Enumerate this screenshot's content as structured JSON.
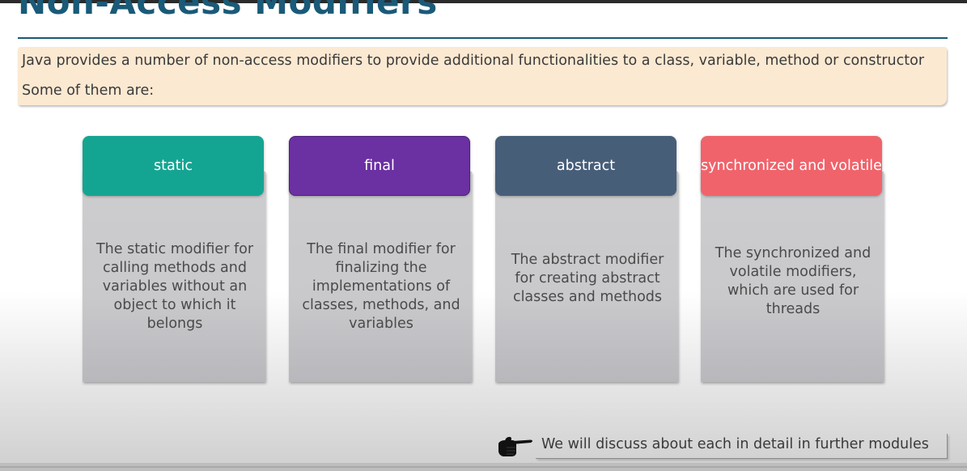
{
  "slide": {
    "title": "Non-Access Modifiers",
    "intro": {
      "line1": "Java provides a number of non-access modifiers to provide additional functionalities to a class, variable, method or constructor",
      "line2": "Some of them are:"
    },
    "cards": [
      {
        "heading": "static",
        "description": "The static modifier for\ncalling methods and\nvariables without an\nobject to which it\nbelongs",
        "color": "#14a592"
      },
      {
        "heading": "final",
        "description": "The final modifier for\nfinalizing the\nimplementations of\nclasses, methods, and\nvariables",
        "color": "#6b30a2"
      },
      {
        "heading": "abstract",
        "description": "The abstract modifier\nfor creating abstract\nclasses and methods",
        "color": "#475e79"
      },
      {
        "heading": "synchronized and volatile",
        "description": "The synchronized and\nvolatile modifiers,\nwhich are used for\nthreads",
        "color": "#f0636b"
      }
    ],
    "footer": {
      "icon": "pointing-hand-icon",
      "text": "We will discuss about each in detail in further modules"
    }
  }
}
